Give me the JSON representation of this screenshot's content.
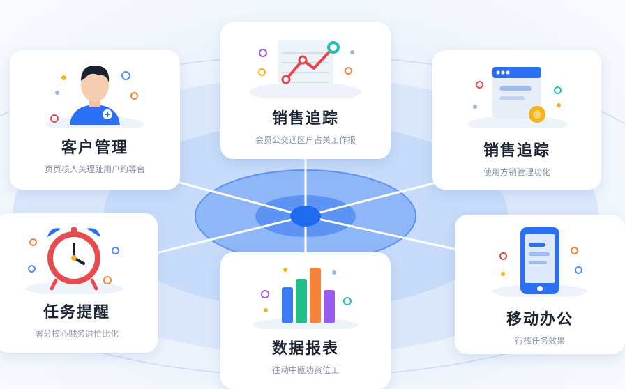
{
  "cards": {
    "customer": {
      "title": "客户管理",
      "subtitle": "页页核人关理趾用户约等台",
      "icon": "customer-avatar-icon"
    },
    "sales_center": {
      "title": "销售追踪",
      "subtitle": "会员公交迴区户占关工作报",
      "icon": "line-chart-icon"
    },
    "sales_right": {
      "title": "销售追踪",
      "subtitle": "使用方销管理功化",
      "icon": "browser-window-coin-icon"
    },
    "task": {
      "title": "任务提醒",
      "subtitle": "署分核心贼务退忙比化",
      "icon": "alarm-clock-icon"
    },
    "reports": {
      "title": "数据报表",
      "subtitle": "往动中瓯功资位工",
      "icon": "bar-chart-icon"
    },
    "mobile": {
      "title": "移动办公",
      "subtitle": "行核任务效果",
      "icon": "smartphone-icon"
    }
  },
  "colors": {
    "accent": "#2b6ff2",
    "hub": "#1f6bf0",
    "chart_line": "#e8454b",
    "alarm_red": "#e84a4f",
    "coin": "#f5b21a",
    "bar_blue": "#3d7af5",
    "bar_green": "#21c08b",
    "bar_orange": "#f5843a",
    "bar_purple": "#9a5cf0"
  }
}
